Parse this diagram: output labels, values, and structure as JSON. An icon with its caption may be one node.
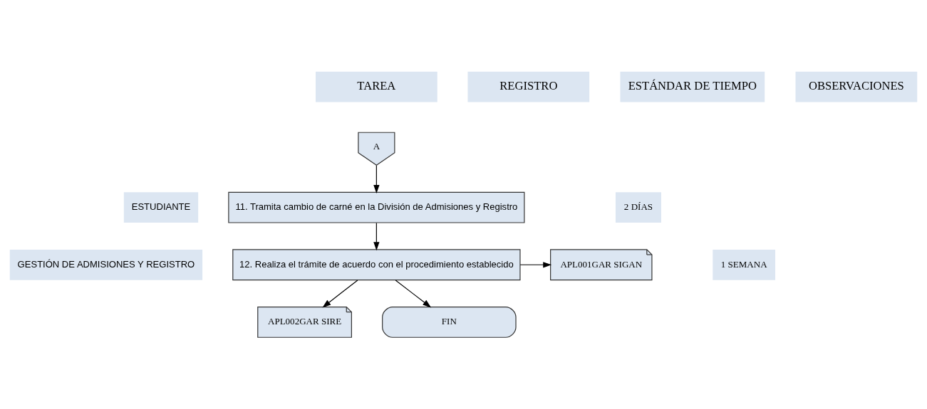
{
  "diagram": {
    "nodes": [
      {
        "text": [
          "A"
        ]
      },
      {
        "text": [
          "11. Tramita cambio de carné en la División de Admisiones y Registro"
        ]
      },
      {
        "text": [
          "12. Realiza el trámite de acuerdo con el procedimiento establecido"
        ]
      },
      {
        "text": [
          "APL001GAR SIGAN"
        ]
      },
      {
        "text": [
          "APL002GAR SIRE"
        ]
      },
      {
        "text": [
          "FIN"
        ]
      }
    ],
    "edges": [
      {
        "from": 0,
        "to": 1,
        "arrow": "to"
      },
      {
        "from": 1,
        "to": 2,
        "arrow": "to"
      },
      {
        "from": 2,
        "to": 3,
        "arrow": "to"
      },
      {
        "from": 2,
        "to": 4,
        "arrow": "to"
      },
      {
        "from": 2,
        "to": 5,
        "arrow": "to"
      }
    ],
    "labels": [
      "TAREA",
      "REGISTRO",
      "ESTÁNDAR DE TIEMPO",
      "OBSERVACIONES",
      "ESTUDIANTE",
      "2 DÍAS",
      "GESTIÓN DE ADMISIONES Y REGISTRO",
      "1 SEMANA"
    ]
  }
}
